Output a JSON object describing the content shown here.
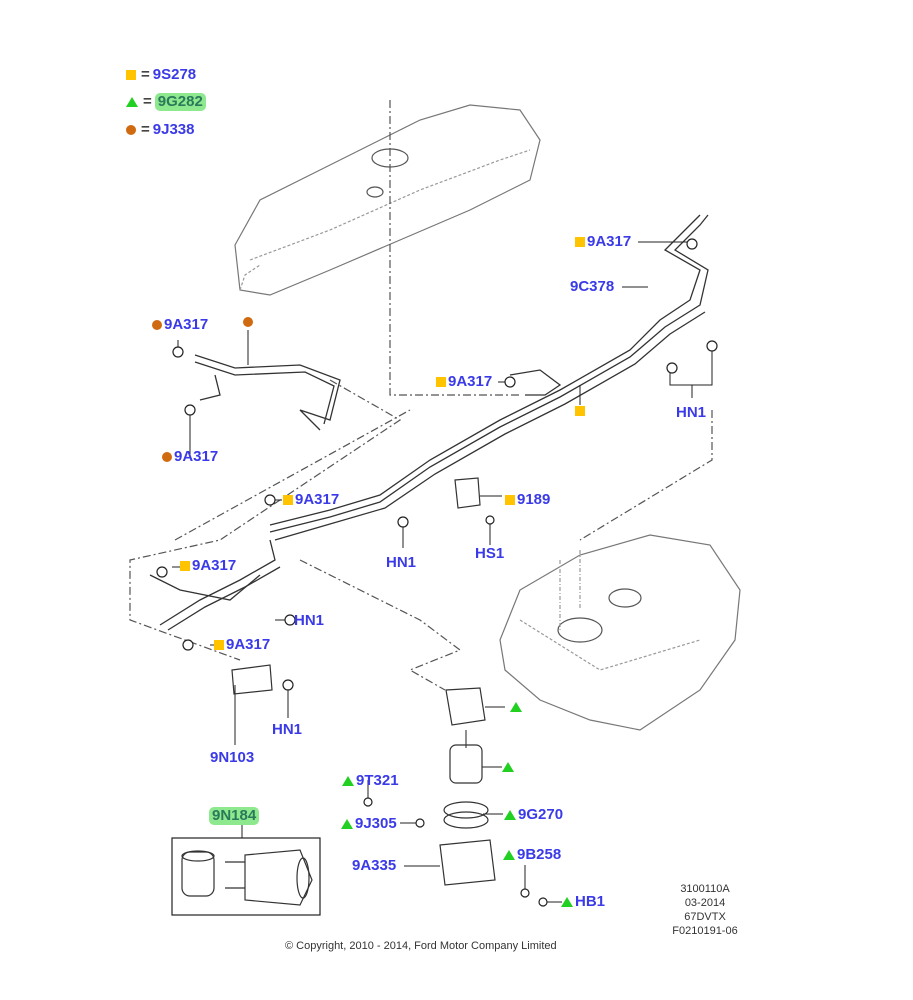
{
  "legend": [
    {
      "marker": "square",
      "color": "#ffc300",
      "part": "9S278"
    },
    {
      "marker": "triangle",
      "color": "#22d022",
      "part": "9G282",
      "highlighted": true
    },
    {
      "marker": "circle",
      "color": "#d06a10",
      "part": "9J338"
    }
  ],
  "labels": {
    "l_9a317_tr": "9A317",
    "l_9c378": "9C378",
    "l_9a317_c1": "9A317",
    "l_9a317_c2": "9A317",
    "l_9a317_mid": "9A317",
    "l_hn1_r": "HN1",
    "l_9a317_m2": "9A317",
    "l_9189": "9189",
    "l_hn1_m": "HN1",
    "l_hs1": "HS1",
    "l_9a317_l1": "9A317",
    "l_hn1_l1": "HN1",
    "l_9a317_l2": "9A317",
    "l_hn1_l2": "HN1",
    "l_9n103": "9N103",
    "l_9n184": "9N184",
    "l_9t321": "9T321",
    "l_9g270": "9G270",
    "l_9j305": "9J305",
    "l_9a335": "9A335",
    "l_9b258": "9B258",
    "l_hb1": "HB1"
  },
  "info_block": [
    "3100110A",
    "03-2014",
    "67DVTX",
    "F0210191-06"
  ],
  "copyright": "© Copyright, 2010 - 2014, Ford Motor Company Limited",
  "colors": {
    "label": "#3a3ae8",
    "square": "#ffc300",
    "triangle": "#22d022",
    "circle": "#d06a10",
    "highlight": "#8ee88e"
  }
}
